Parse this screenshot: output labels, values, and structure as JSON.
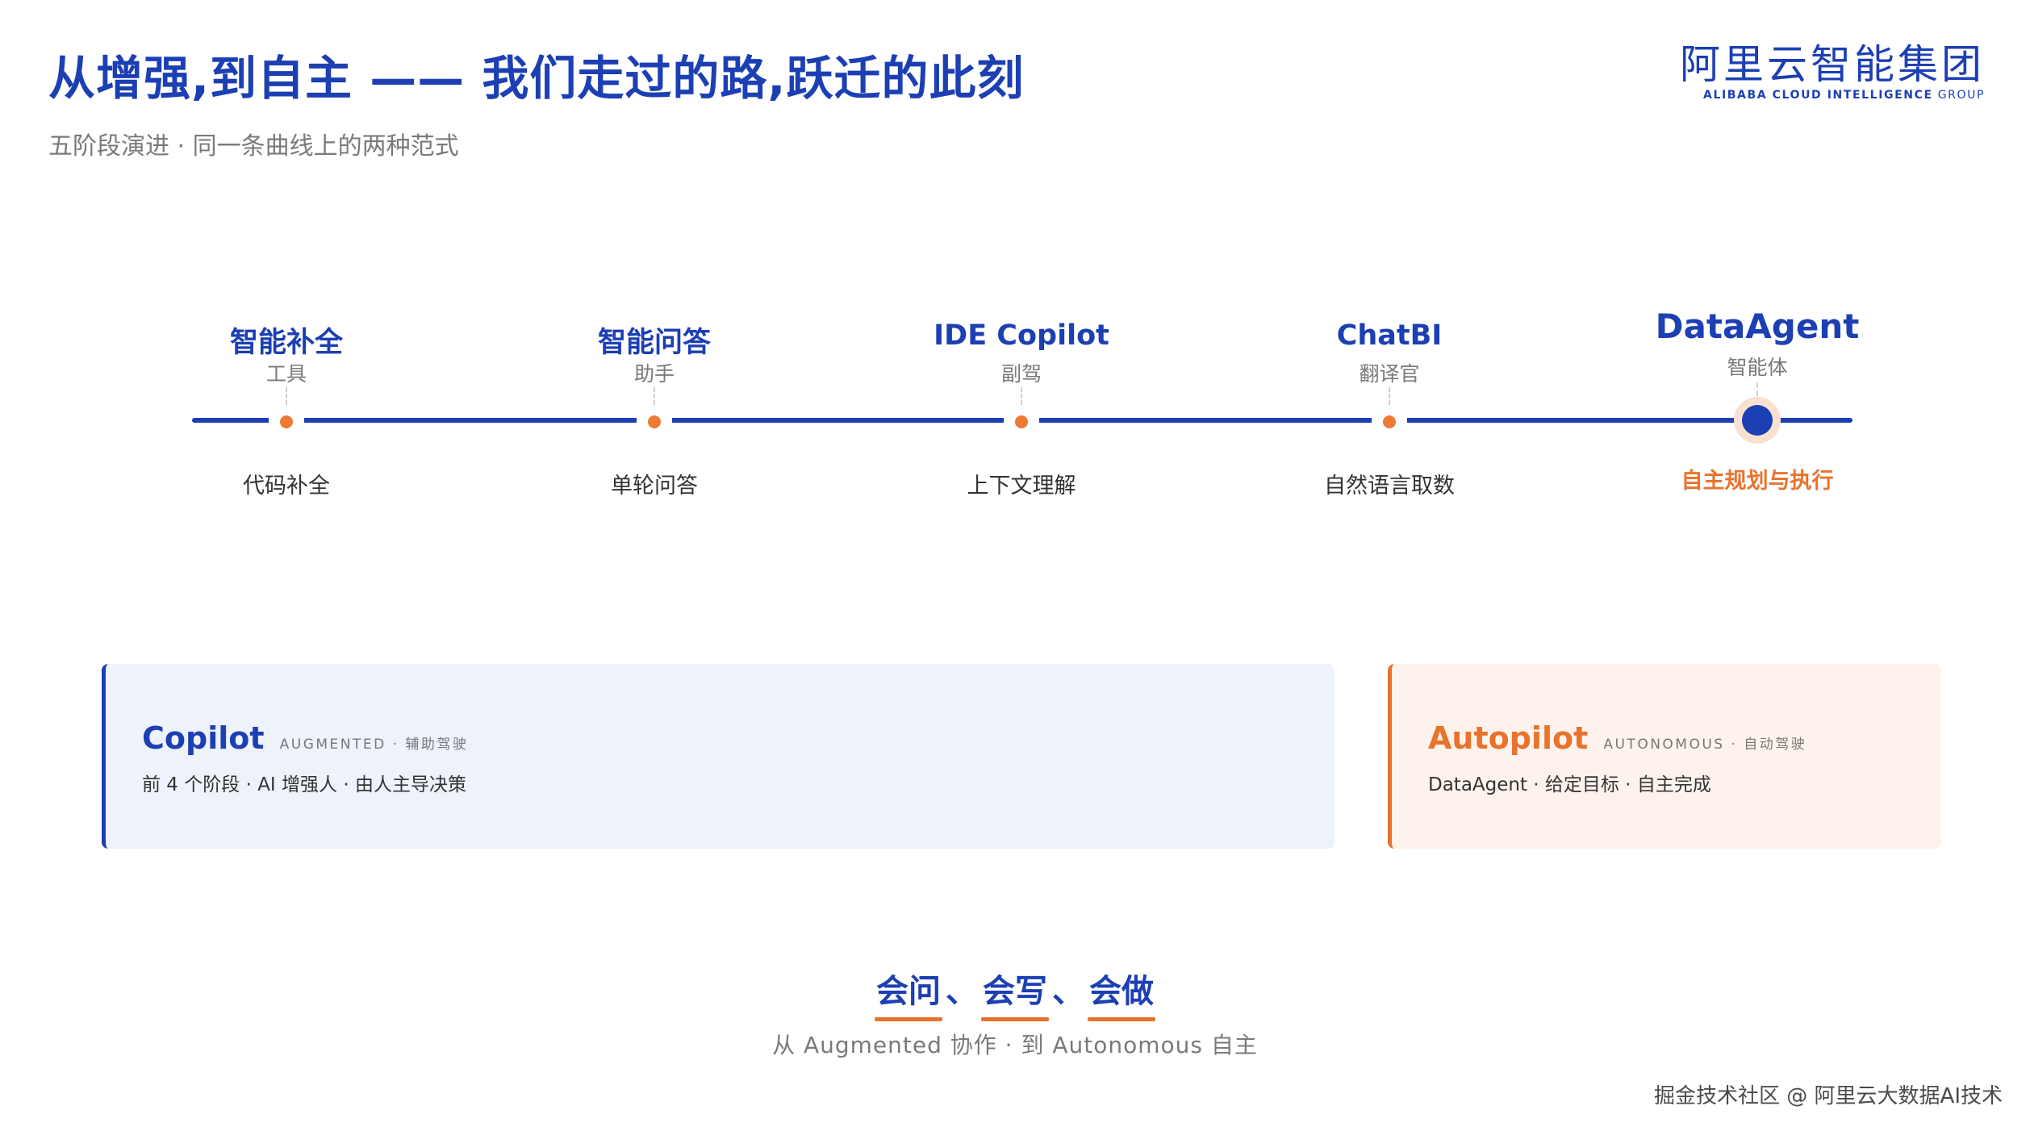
{
  "title": "从增强,到自主 —— 我们走过的路,跃迁的此刻",
  "subtitle": "五阶段演进 · 同一条曲线上的两种范式",
  "logo": {
    "cn": "阿里云智能集团",
    "en_bold": "ALIBABA CLOUD INTELLIGENCE",
    "en_light": "GROUP"
  },
  "stages": [
    {
      "name": "智能补全",
      "role": "工具",
      "desc": "代码补全",
      "active": false
    },
    {
      "name": "智能问答",
      "role": "助手",
      "desc": "单轮问答",
      "active": false
    },
    {
      "name": "IDE Copilot",
      "role": "副驾",
      "desc": "上下文理解",
      "active": false
    },
    {
      "name": "ChatBI",
      "role": "翻译官",
      "desc": "自然语言取数",
      "active": false
    },
    {
      "name": "DataAgent",
      "role": "智能体",
      "desc": "自主规划与执行",
      "active": true
    }
  ],
  "cards": {
    "copilot": {
      "title": "Copilot",
      "tag": "AUGMENTED · 辅助驾驶",
      "desc": "前 4 个阶段 · AI 增强人 · 由人主导决策"
    },
    "autopilot": {
      "title": "Autopilot",
      "tag": "AUTONOMOUS · 自动驾驶",
      "desc": "DataAgent · 给定目标 · 自主完成"
    }
  },
  "motto": {
    "word1": "会问",
    "sep1": "、",
    "word2": "会写",
    "sep2": "、",
    "word3": "会做",
    "sub": "从 Augmented 协作 · 到 Autonomous 自主"
  },
  "watermark": "掘金技术社区 @ 阿里云大数据AI技术",
  "colors": {
    "brand_blue": "#1c3fb3",
    "accent_orange": "#e8732c",
    "copilot_bg": "#eef2fb",
    "autopilot_bg": "#fdf3ec"
  }
}
